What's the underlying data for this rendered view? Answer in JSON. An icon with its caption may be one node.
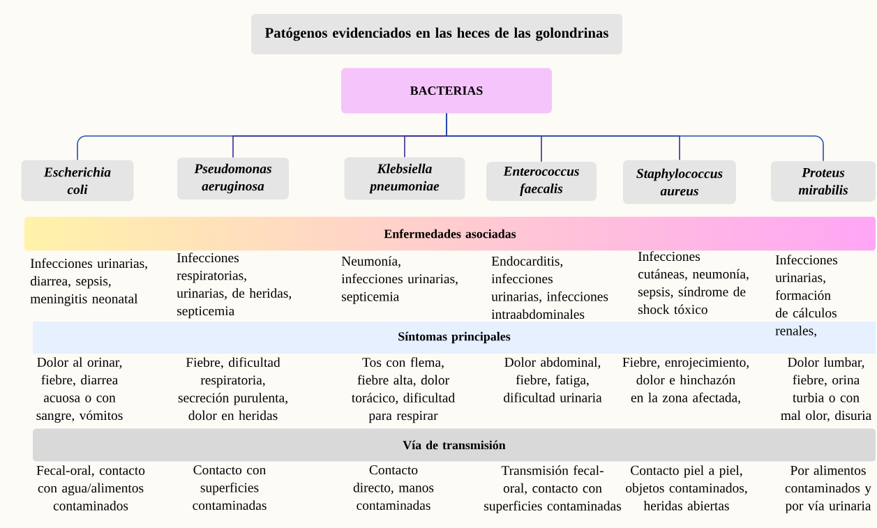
{
  "diagram": {
    "nodes": [
      {
        "text": [
          "Patógenos evidenciados en las heces de las golondrinas"
        ]
      },
      {
        "text": [
          "BACTERIAS"
        ]
      },
      {
        "text": [
          "Escherichia coli"
        ]
      },
      {
        "text": [
          "Pseudomonas aeruginosa"
        ]
      },
      {
        "text": [
          "Klebsiella pneumoniae"
        ]
      },
      {
        "text": [
          "Enterococcus faecalis"
        ]
      },
      {
        "text": [
          "Staphylococcus aureus"
        ]
      },
      {
        "text": [
          "Proteus mirabilis"
        ]
      },
      {
        "text": [
          "Enfermedades asociadas"
        ]
      },
      {
        "text": [
          "Síntomas principales"
        ]
      },
      {
        "text": [
          "Vía de transmisión"
        ]
      }
    ],
    "edges": [
      {
        "from": 1,
        "to": 2,
        "arrow": "none",
        "color": "#1f4fb4"
      },
      {
        "from": 1,
        "to": 3,
        "arrow": "none"
      },
      {
        "from": 1,
        "to": 4,
        "arrow": "none"
      },
      {
        "from": 1,
        "to": 5,
        "arrow": "none"
      },
      {
        "from": 1,
        "to": 6,
        "arrow": "none"
      },
      {
        "from": 1,
        "to": 7,
        "arrow": "none",
        "color": "#1f4fb4"
      }
    ],
    "labels": [
      "Infecciones urinarias, diarrea, sepsis, meningitis neonatal",
      "Infecciones respiratorias, urinarias, de heridas, septicemia",
      "Neumonía, infecciones urinarias, septicemia",
      "Endocarditis, infecciones urinarias, infecciones intraabdominales",
      "Infecciones cutáneas, neumonía, sepsis, síndrome de shock tóxico",
      "Infecciones urinarias, formación de cálculos renales,",
      "Dolor al orinar, fiebre, diarrea acuosa o con sangre, vómitos",
      "Fiebre, dificultad respiratoria, secreción purulenta, dolor en heridas",
      "Tos con flema, fiebre alta, dolor torácico, dificultad para respirar",
      "Dolor abdominal, fiebre, fatiga, dificultad urinaria",
      "Fiebre, enrojecimiento, dolor e hinchazón en la zona afectada,",
      "Dolor lumbar, fiebre, orina turbia o con mal olor, disuria",
      "Fecal-oral, contacto con agua/alimentos contaminados",
      "Contacto con superficies contaminadas",
      "Contacto directo, manos contaminadas",
      "Transmisión fecal-oral, contacto con superficies contaminadas",
      "Contacto piel a piel, objetos contaminados, heridas abiertas",
      "Por alimentos contaminados y por vía urinaria"
    ]
  }
}
